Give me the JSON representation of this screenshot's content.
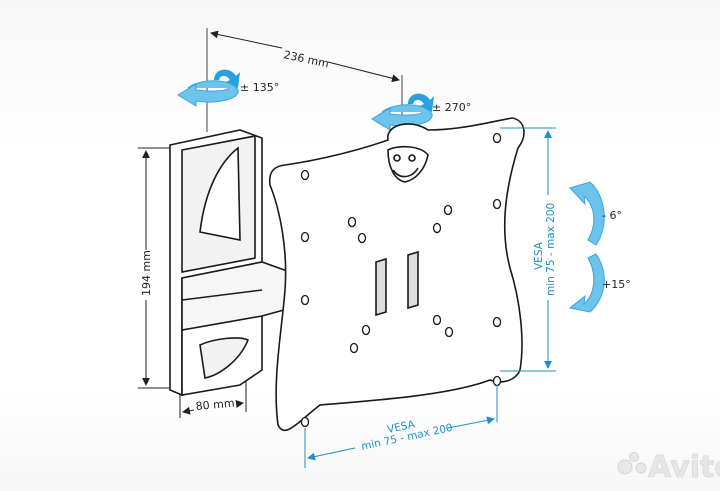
{
  "dimensions": {
    "arm_length": "236 mm",
    "bracket_height": "194 mm",
    "bracket_width": "80 mm"
  },
  "rotations": {
    "wall_swivel": "± 135°",
    "plate_swivel": "± 270°",
    "tilt_up": "- 6°",
    "tilt_down": "+15°"
  },
  "vesa": {
    "vertical": {
      "title": "VESA",
      "range": "min 75 - max 200"
    },
    "horizontal": {
      "title": "VESA",
      "range": "min 75 - max 200"
    }
  },
  "watermark": "Avito",
  "colors": {
    "accent": "#1e8fc8",
    "arrow": "#5bbbe8",
    "line": "#1a1a1a"
  }
}
